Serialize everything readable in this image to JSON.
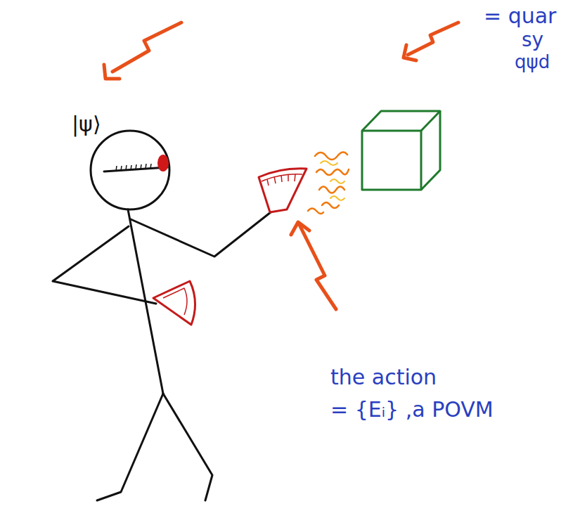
{
  "diagram": {
    "labels": [
      "|ψ⟩",
      "= quar",
      "sy",
      "qψd",
      "the action",
      "= {Eᵢ} ,a POVM"
    ]
  }
}
